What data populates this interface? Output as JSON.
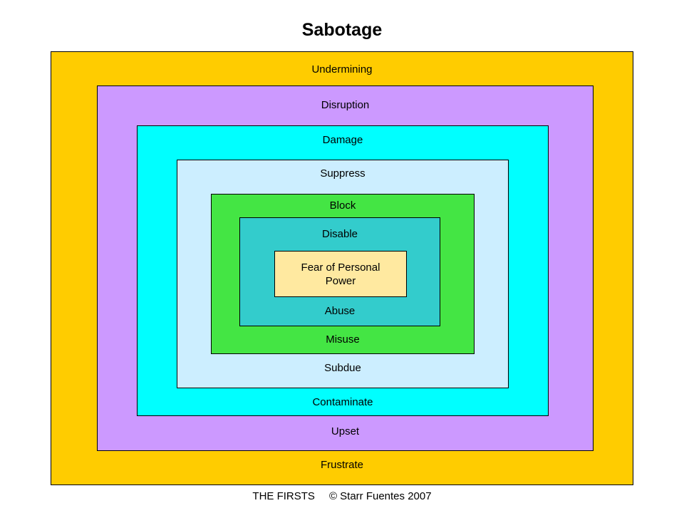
{
  "title": "Sabotage",
  "layers": [
    {
      "top": "Undermining",
      "bottom": "Frustrate",
      "color": "#ffcc00"
    },
    {
      "top": "Disruption",
      "bottom": "Upset",
      "color": "#cc99ff"
    },
    {
      "top": "Damage",
      "bottom": "Contaminate",
      "color": "#00ffff"
    },
    {
      "top": "Suppress",
      "bottom": "Subdue",
      "color": "#cceeff"
    },
    {
      "top": "Block",
      "bottom": "Misuse",
      "color": "#44e544"
    },
    {
      "top": "Disable",
      "bottom": "Abuse",
      "color": "#33cccc"
    }
  ],
  "core": {
    "line1": "Fear of Personal",
    "line2": "Power",
    "color": "#ffe9a0"
  },
  "footer": {
    "left": "THE FIRSTS",
    "right": "© Starr Fuentes 2007"
  }
}
